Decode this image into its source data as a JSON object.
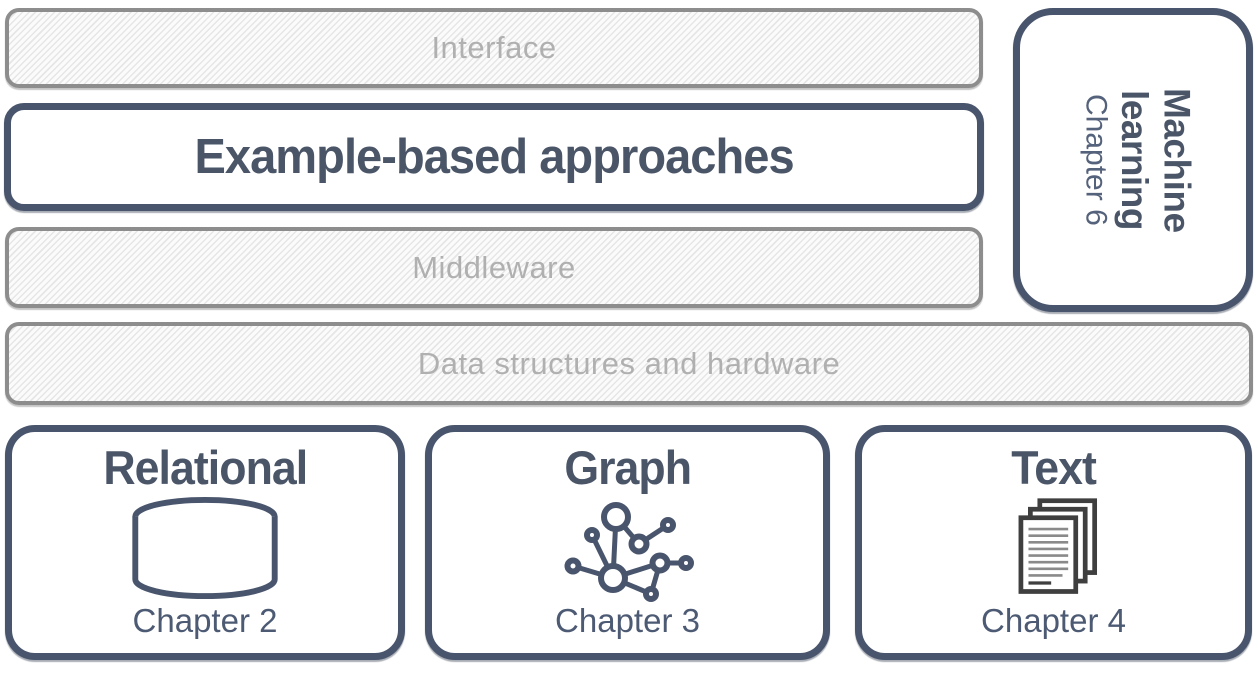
{
  "diagram": {
    "layers": [
      {
        "label": "Interface",
        "style": "hatched"
      },
      {
        "label": "Example-based approaches",
        "style": "highlighted"
      },
      {
        "label": "Middleware",
        "style": "hatched"
      },
      {
        "label": "Data structures and hardware",
        "style": "hatched"
      }
    ],
    "machine_learning_panel": {
      "title": "Machine learning",
      "chapter": "Chapter 6"
    },
    "data_models": [
      {
        "title": "Relational",
        "chapter": "Chapter 2",
        "icon": "database-cylinder-icon"
      },
      {
        "title": "Graph",
        "chapter": "Chapter 3",
        "icon": "graph-network-icon"
      },
      {
        "title": "Text",
        "chapter": "Chapter 4",
        "icon": "document-stack-icon"
      }
    ],
    "colors": {
      "accent_navy": "#49556c",
      "title_navy": "#4a5568",
      "hatch_border_gray": "#8d8d8d",
      "hatch_label_gray": "#b0b0b0",
      "document_icon_gray": "#3f3f3f"
    }
  }
}
